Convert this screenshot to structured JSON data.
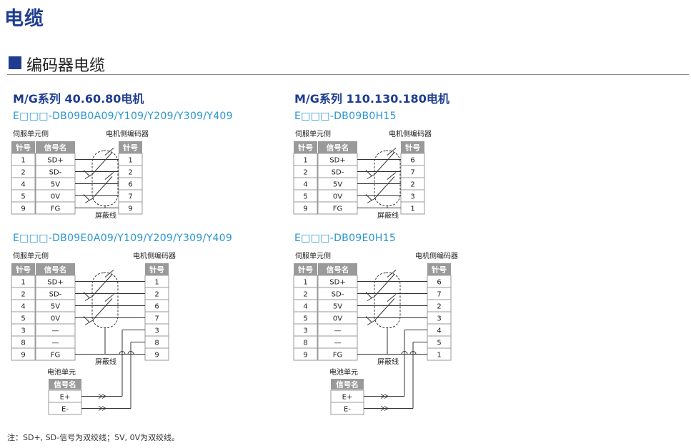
{
  "page": {
    "title": "电缆",
    "section": "编码器电缆",
    "note": "注：SD+, SD-信号为双绞线；5V, 0V为双绞线。"
  },
  "labels": {
    "servo_side": "伺服单元侧",
    "motor_side": "电机侧编码器",
    "pin": "针号",
    "signal": "信号名",
    "shield": "屏蔽线",
    "battery": "电池单元",
    "batt_signals": [
      "E+",
      "E-"
    ]
  },
  "groups": [
    {
      "series": "M/G系列 40.60.80电机"
    },
    {
      "series": "M/G系列 110.130.180电机"
    }
  ],
  "diagrams": [
    {
      "model": "E□□□-DB09B0A09/Y109/Y209/Y309/Y409",
      "left_pins": [
        "1",
        "2",
        "4",
        "5",
        "9"
      ],
      "signals": [
        "SD+",
        "SD-",
        "5V",
        "0V",
        "FG"
      ],
      "right_pins": [
        "1",
        "2",
        "6",
        "7",
        "9"
      ]
    },
    {
      "model": "E□□□-DB09B0H15",
      "left_pins": [
        "1",
        "2",
        "4",
        "5",
        "9"
      ],
      "signals": [
        "SD+",
        "SD-",
        "5V",
        "0V",
        "FG"
      ],
      "right_pins": [
        "6",
        "7",
        "2",
        "3",
        "1"
      ]
    },
    {
      "model": "E□□□-DB09E0A09/Y109/Y209/Y309/Y409",
      "left_pins": [
        "1",
        "2",
        "4",
        "5",
        "3",
        "8",
        "9"
      ],
      "signals": [
        "SD+",
        "SD-",
        "5V",
        "0V",
        "—",
        "—",
        "FG"
      ],
      "right_pins": [
        "1",
        "2",
        "6",
        "7",
        "3",
        "8",
        "9"
      ]
    },
    {
      "model": "E□□□-DB09E0H15",
      "left_pins": [
        "1",
        "2",
        "4",
        "5",
        "3",
        "8",
        "9"
      ],
      "signals": [
        "SD+",
        "SD-",
        "5V",
        "0V",
        "—",
        "—",
        "FG"
      ],
      "right_pins": [
        "6",
        "7",
        "2",
        "3",
        "4",
        "5",
        "1"
      ]
    }
  ]
}
